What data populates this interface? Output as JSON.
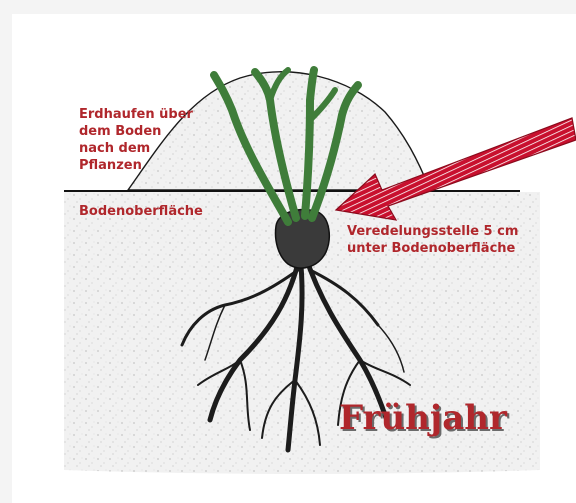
{
  "labels": {
    "mound": "Erdhaufen über dem Boden nach dem Pflanzen",
    "surface": "Bodenoberfläche",
    "graft": "Veredelungsstelle 5 cm unter Bodenoberfläche"
  },
  "title": "Frühjahr",
  "colors": {
    "label_red": "#b0272c",
    "stem_green": "#3f7d3a",
    "soil": "#f1f1f1",
    "arrow_red": "#c8102e"
  },
  "icons": {
    "arrow": "red-hatched-arrow"
  }
}
